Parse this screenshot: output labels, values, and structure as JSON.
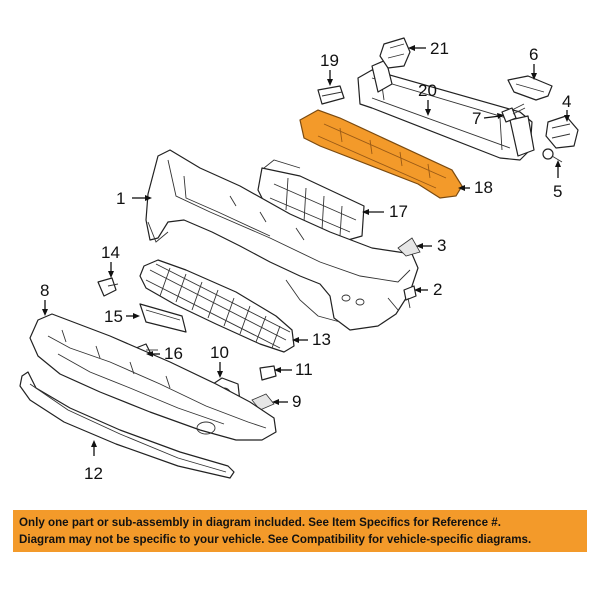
{
  "diagram": {
    "callouts": [
      {
        "num": "1"
      },
      {
        "num": "2"
      },
      {
        "num": "3"
      },
      {
        "num": "4"
      },
      {
        "num": "5"
      },
      {
        "num": "6"
      },
      {
        "num": "7"
      },
      {
        "num": "8"
      },
      {
        "num": "9"
      },
      {
        "num": "10"
      },
      {
        "num": "11"
      },
      {
        "num": "12"
      },
      {
        "num": "13"
      },
      {
        "num": "14"
      },
      {
        "num": "15"
      },
      {
        "num": "16"
      },
      {
        "num": "17"
      },
      {
        "num": "18"
      },
      {
        "num": "19"
      },
      {
        "num": "20"
      },
      {
        "num": "21"
      }
    ],
    "highlight_color": "#f39a2a",
    "highlighted_part": "18"
  },
  "notice": {
    "line1": "Only one part or sub-assembly in diagram included. See Item Specifics for Reference #.",
    "line2": "Diagram may not be specific to your vehicle. See Compatibility for vehicle-specific diagrams.",
    "background": "#f39a2a"
  }
}
